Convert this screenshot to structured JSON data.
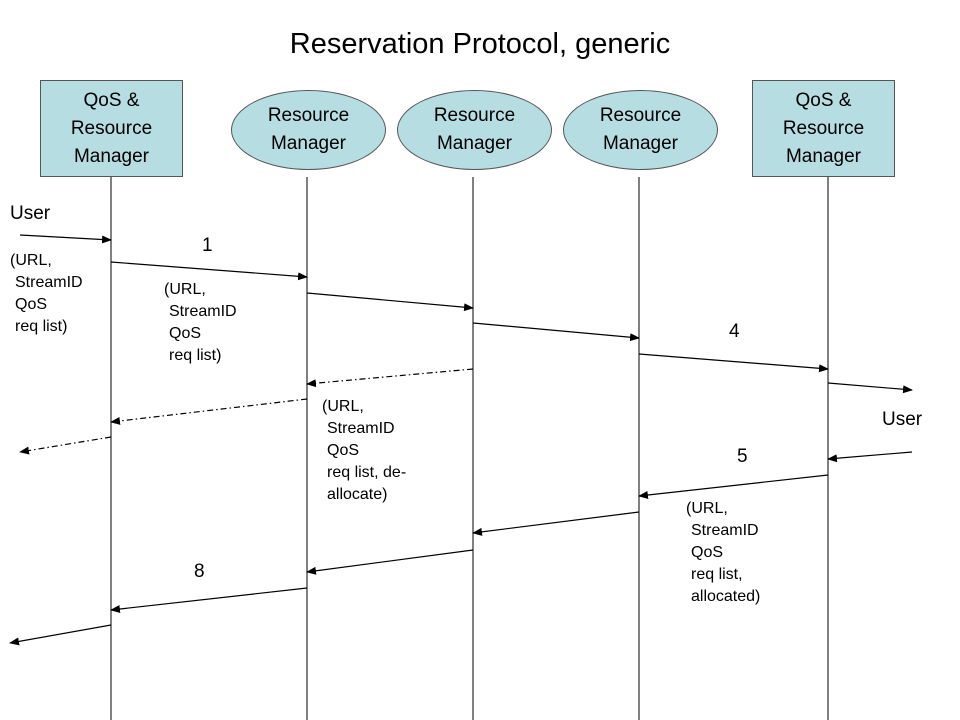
{
  "title": "Reservation Protocol, generic",
  "entities": [
    {
      "shape": "rect",
      "lines": [
        "QoS &",
        "Resource",
        "Manager"
      ]
    },
    {
      "shape": "oval",
      "lines": [
        "Resource",
        "Manager"
      ]
    },
    {
      "shape": "oval",
      "lines": [
        "Resource",
        "Manager"
      ]
    },
    {
      "shape": "oval",
      "lines": [
        "Resource",
        "Manager"
      ]
    },
    {
      "shape": "rect",
      "lines": [
        "QoS &",
        "Resource",
        "Manager"
      ]
    }
  ],
  "user_left": "User",
  "user_right": "User",
  "step_labels": {
    "s1": "1",
    "s4": "4",
    "s5": "5",
    "s8": "8"
  },
  "message_labels": {
    "m1": [
      "(URL,",
      " StreamID",
      " QoS",
      " req list)"
    ],
    "m2": [
      "(URL,",
      " StreamID",
      " QoS",
      " req list)"
    ],
    "m3": [
      "(URL,",
      " StreamID",
      " QoS",
      " req list, de-",
      " allocate)"
    ],
    "m4": [
      "(URL,",
      " StreamID",
      " QoS",
      " req list,",
      " allocated)"
    ]
  },
  "colors": {
    "box_fill": "#b6dde2",
    "line": "#000000"
  }
}
